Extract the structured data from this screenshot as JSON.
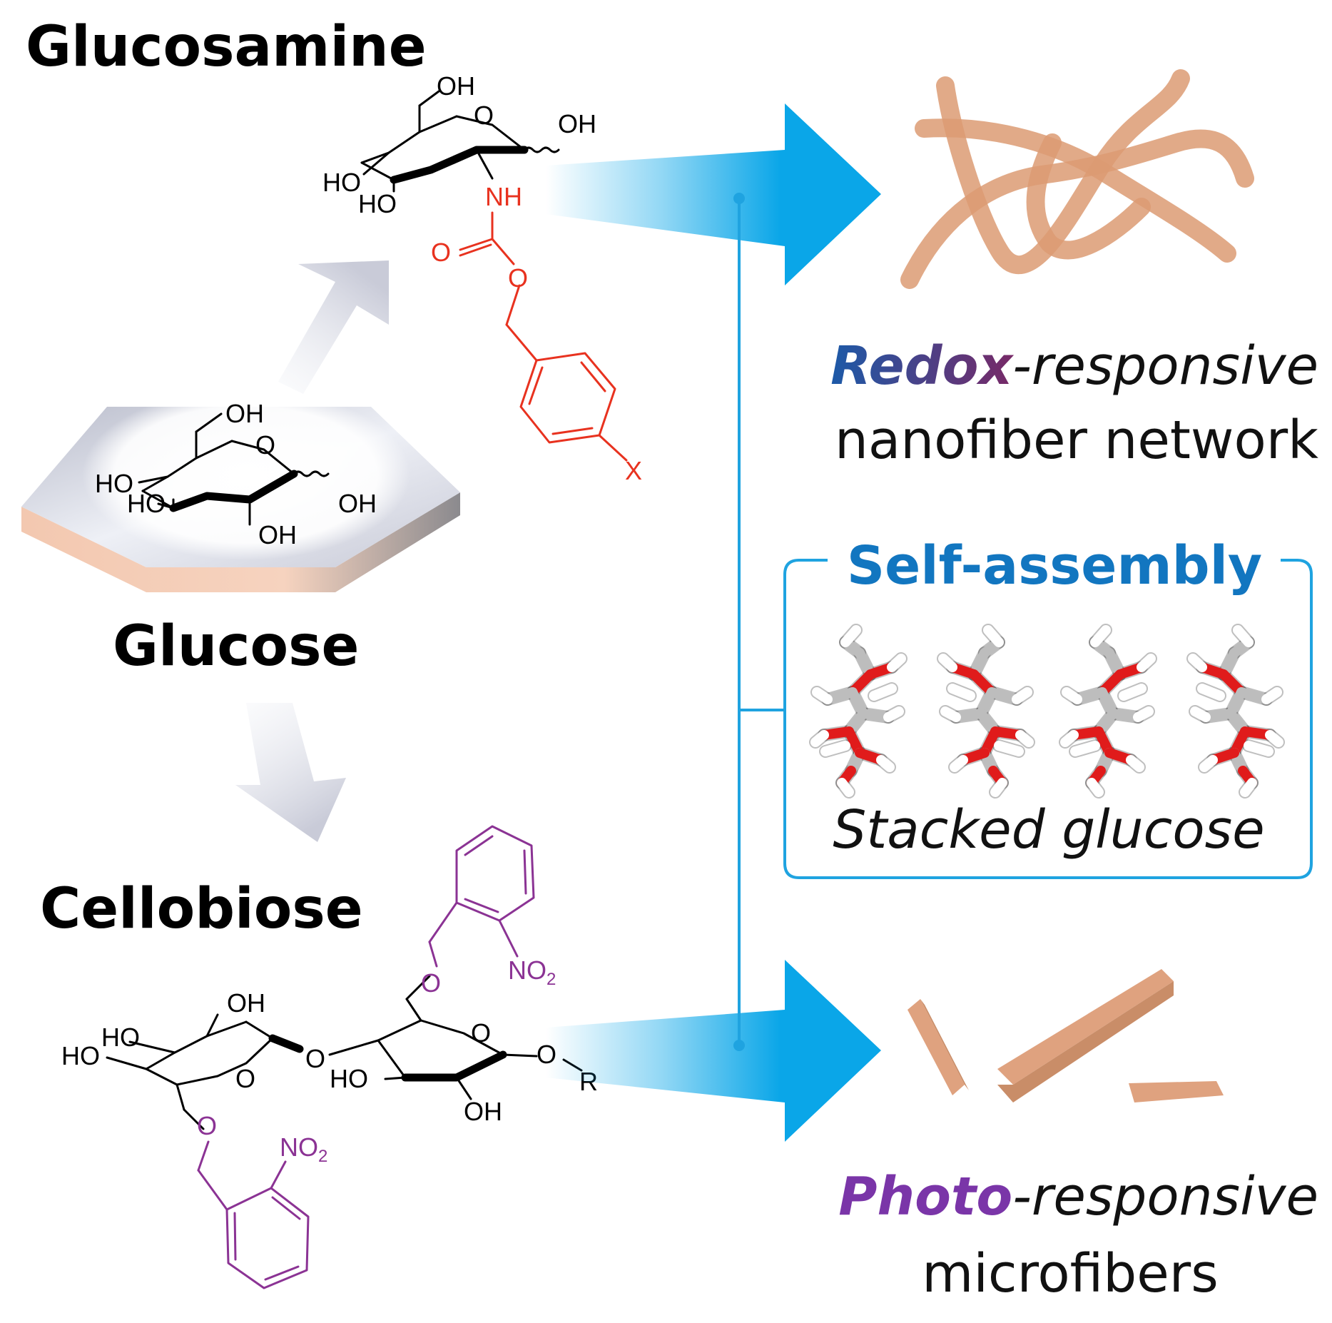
{
  "labels": {
    "glucosamine": "Glucosamine",
    "glucose": "Glucose",
    "cellobiose": "Cellobiose",
    "self_assembly": "Self-assembly",
    "stacked_glucose": "Stacked glucose",
    "redox_strong": "Redox",
    "redox_rest": "-responsive",
    "redox_line2": "nanofiber network",
    "photo_strong": "Photo",
    "photo_rest": "-responsive",
    "photo_line2": "microfibers"
  },
  "atoms": {
    "oh": "OH",
    "ho": "HO",
    "o": "O",
    "nh": "NH",
    "x": "X",
    "r": "R",
    "no2_main": "NO",
    "no2_sub": "2"
  },
  "colors": {
    "arrow_blue": "#0aa6e8",
    "connector_blue": "#1fa3e0",
    "fiber_tan": "#dc9b73",
    "red_group": "#e8321f",
    "purple_group": "#8b3394",
    "self_assembly_blue": "#1276c0",
    "redox_gradient": [
      "#1c5aa8",
      "#8a1f5a",
      "#cc1a1a"
    ],
    "photo_purple": "#7a35a8"
  }
}
